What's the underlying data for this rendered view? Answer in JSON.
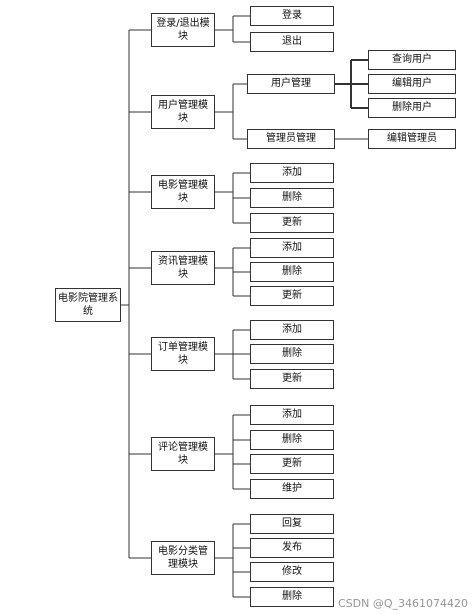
{
  "diagram": {
    "root": "电影院管理系统",
    "modules": [
      {
        "label": "登录/退出模块",
        "children": [
          {
            "label": "登录"
          },
          {
            "label": "退出"
          }
        ]
      },
      {
        "label": "用户管理模块",
        "children": [
          {
            "label": "用户管理",
            "children": [
              {
                "label": "查询用户"
              },
              {
                "label": "编辑用户"
              },
              {
                "label": "删除用户"
              }
            ]
          },
          {
            "label": "管理员管理",
            "children": [
              {
                "label": "编辑管理员"
              }
            ]
          }
        ]
      },
      {
        "label": "电影管理模块",
        "children": [
          {
            "label": "添加"
          },
          {
            "label": "删除"
          },
          {
            "label": "更新"
          }
        ]
      },
      {
        "label": "资讯管理模块",
        "children": [
          {
            "label": "添加"
          },
          {
            "label": "删除"
          },
          {
            "label": "更新"
          }
        ]
      },
      {
        "label": "订单管理模块",
        "children": [
          {
            "label": "添加"
          },
          {
            "label": "删除"
          },
          {
            "label": "更新"
          }
        ]
      },
      {
        "label": "评论管理模块",
        "children": [
          {
            "label": "添加"
          },
          {
            "label": "删除"
          },
          {
            "label": "更新"
          },
          {
            "label": "维护"
          }
        ]
      },
      {
        "label": "电影分类管理模块",
        "children": [
          {
            "label": "回复"
          },
          {
            "label": "发布"
          },
          {
            "label": "修改"
          },
          {
            "label": "删除"
          }
        ]
      }
    ]
  },
  "watermark": "CSDN @Q_3461074420"
}
